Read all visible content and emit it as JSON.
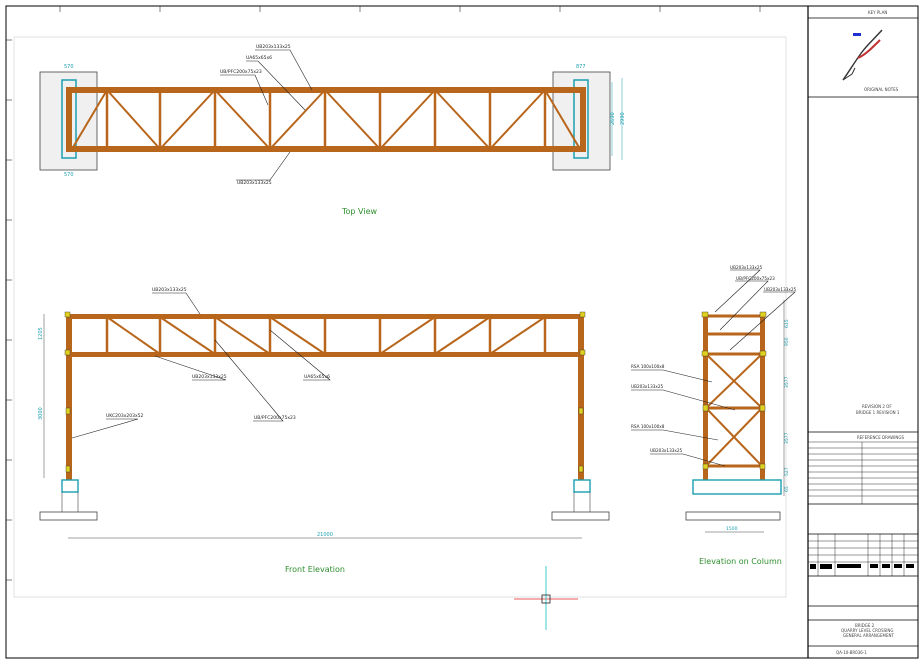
{
  "colors": {
    "steel": "#b8661b",
    "steel_dark": "#8a4a10",
    "dimension": "#1a9fb0",
    "node": "#e0d020",
    "view_title": "#2f8f2f",
    "crosshair_h": "#e02020",
    "crosshair_v": "#10c0c0",
    "border": "#000000"
  },
  "views": {
    "top_view": "Top View",
    "front_elevation": "Front Elevation",
    "column_elevation": "Elevation on Column"
  },
  "top_view_labels": {
    "a": "UB203x133x25",
    "b": "UA65x65x6",
    "c": "UB/PFC200x75x23",
    "d": "UB203x133x25",
    "dim_left_top": "570",
    "dim_left_bottom": "570",
    "dim_right_top": "877",
    "dim_right_1": "2690",
    "dim_right_2": "2990"
  },
  "front_labels": {
    "top_chord": "UB203x133x25",
    "bottom_chord": "UB203x133x25",
    "bracing": "UA65x65x6",
    "diagonal": "UB/PFC200x75x23",
    "column": "UKC203x203x52",
    "dim_depth": "1205",
    "dim_height": "3000",
    "dim_span": "21000"
  },
  "column_labels": {
    "a": "UB203x133x25",
    "b": "UB/PFC200x75x23",
    "c": "UB203x133x25",
    "d": "RSA 100x100x8",
    "e": "UB203x133x25",
    "f": "RSA 100x100x8",
    "g": "UB203x133x25",
    "dims": [
      "615",
      "950",
      "3577",
      "3577",
      "527",
      "65"
    ],
    "width": "1500"
  },
  "title_block": {
    "key_plan": "KEY PLAN",
    "key_sub": "ORIGINAL NOTES",
    "revision_block": "REVISION 2 OF",
    "revision_sub": "BRIDGE 1 REVISION 1",
    "reference": "REFERENCE DRAWINGS",
    "project_1": "BRIDGE 2",
    "project_2": "QUARRY LEVEL CROSSING",
    "project_3": "GENERAL ARRANGEMENT",
    "drawing_no": "QA-10-BR036-1"
  }
}
